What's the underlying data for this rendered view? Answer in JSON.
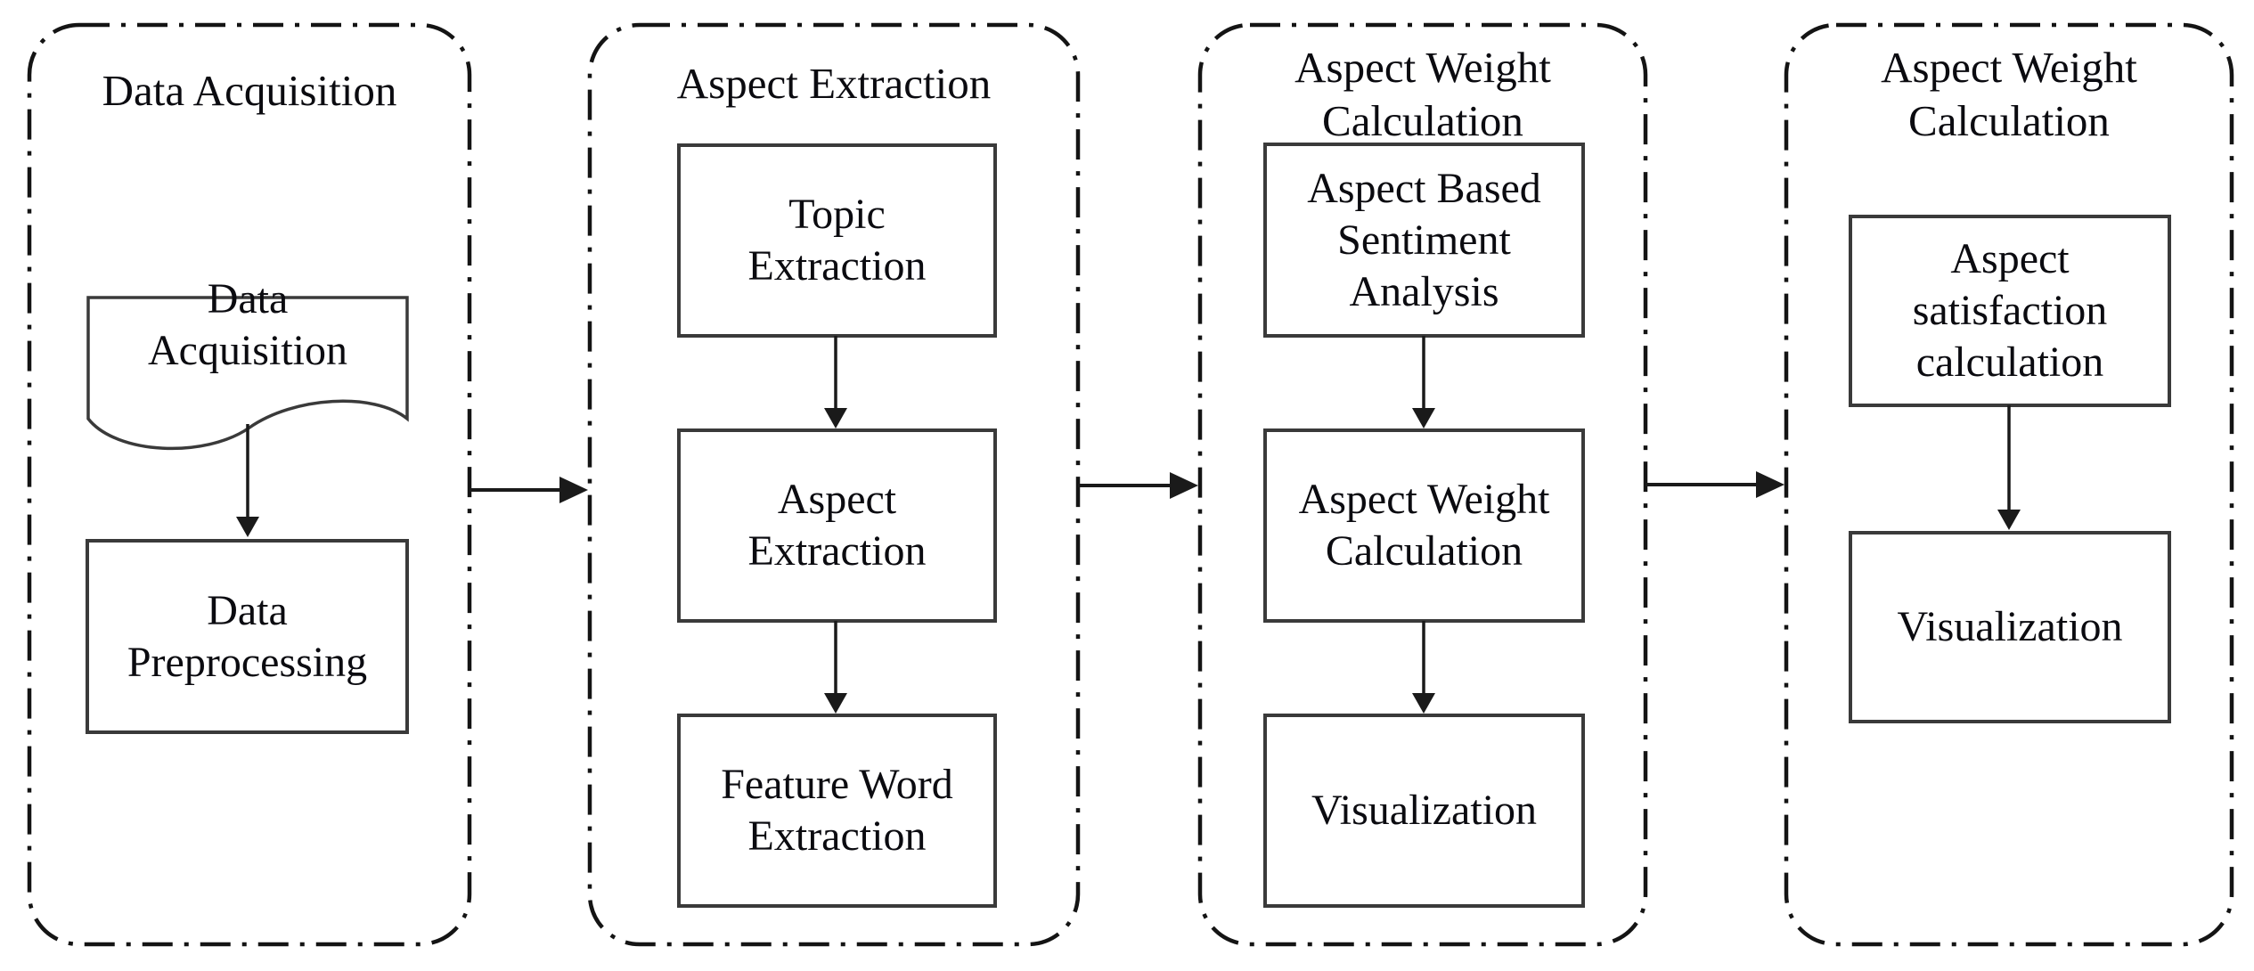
{
  "diagram": {
    "background_color": "#ffffff",
    "panel_border_color": "#141414",
    "box_border_color": "#3a3a3a",
    "arrow_color": "#1a1a1a",
    "text_color": "#0b0b10",
    "panels": [
      {
        "title": "Data Acquisition",
        "nodes": [
          {
            "label": "Data\nAcquisition",
            "shape": "document"
          },
          {
            "label": "Data\nPreprocessing",
            "shape": "rect"
          }
        ]
      },
      {
        "title": "Aspect Extraction",
        "nodes": [
          {
            "label": "Topic\nExtraction",
            "shape": "rect"
          },
          {
            "label": "Aspect\nExtraction",
            "shape": "rect"
          },
          {
            "label": "Feature Word\nExtraction",
            "shape": "rect"
          }
        ]
      },
      {
        "title": "Aspect Weight\nCalculation",
        "nodes": [
          {
            "label": "Aspect Based\nSentiment\nAnalysis",
            "shape": "rect"
          },
          {
            "label": "Aspect Weight\nCalculation",
            "shape": "rect"
          },
          {
            "label": "Visualization",
            "shape": "rect"
          }
        ]
      },
      {
        "title": "Aspect Weight\nCalculation",
        "nodes": [
          {
            "label": "Aspect\nsatisfaction\ncalculation",
            "shape": "rect"
          },
          {
            "label": "Visualization",
            "shape": "rect"
          }
        ]
      }
    ]
  }
}
